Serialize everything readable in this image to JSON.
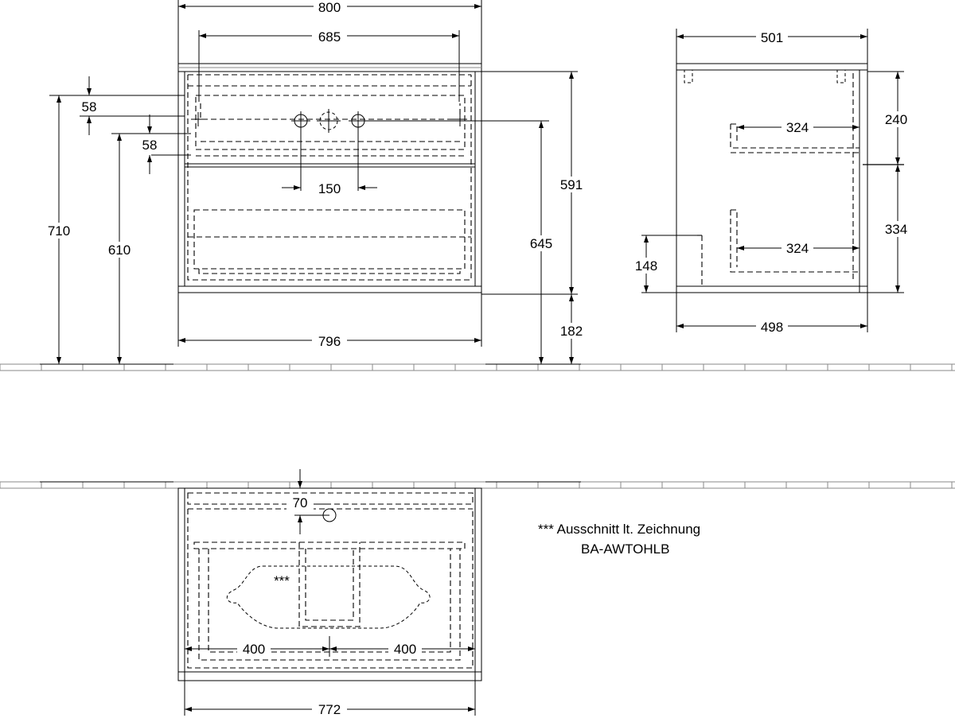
{
  "front_view": {
    "width_top": "800",
    "width_handles": "685",
    "width_bottom": "796",
    "dim_58_upper": "58",
    "dim_58_lower": "58",
    "hole_spacing": "150",
    "total_height": "710",
    "top_height": "610",
    "body_height": "591",
    "floor_to_top": "645",
    "floor_clearance": "182"
  },
  "side_view": {
    "depth_top": "501",
    "depth_bottom": "498",
    "upper_drawer_height": "240",
    "lower_drawer_height": "334",
    "upper_inner_depth": "324",
    "lower_inner_depth": "324",
    "siphon_height": "148"
  },
  "plan_view": {
    "drain_offset": "70",
    "left_half": "400",
    "right_half": "400",
    "inner_width": "772",
    "cutout_marker": "***"
  },
  "note": {
    "line1": "*** Ausschnitt lt. Zeichnung",
    "line2": "BA-AWTOHLB"
  }
}
